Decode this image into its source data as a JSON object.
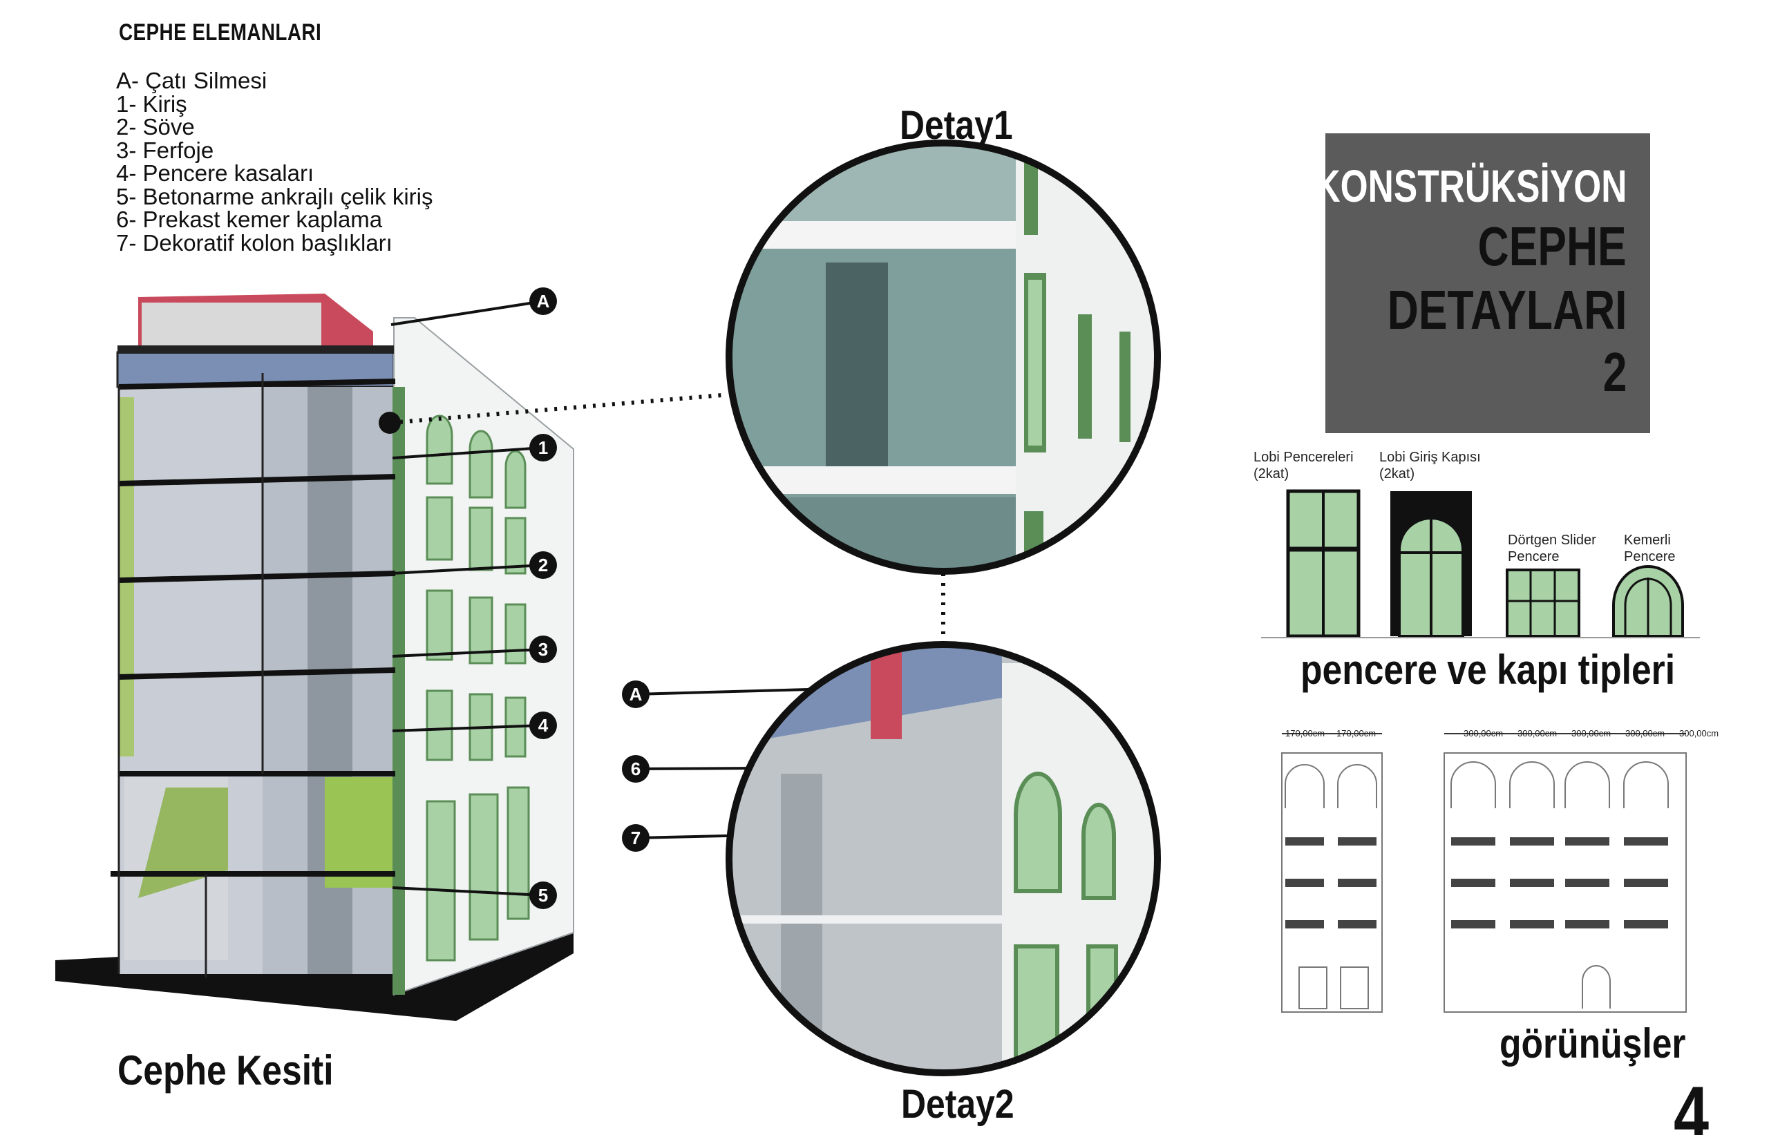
{
  "header": "CEPHE ELEMANLARI",
  "legend": [
    "A- Çatı Silmesi",
    "1-  Kiriş",
    "2-  Söve",
    "3-  Ferfoje",
    "4-  Pencere kasaları",
    "5-  Betonarme ankrajlı çelik kiriş",
    "6-  Prekast kemer kaplama",
    "7-  Dekoratif kolon başlıkları"
  ],
  "title_box": {
    "line1": "KONSTRÜKSİYON",
    "line2": "CEPHE",
    "line3": "DETAYLARI",
    "line4": "2"
  },
  "captions": {
    "section": "Cephe Kesiti",
    "detail1": "Detay1",
    "detail2": "Detay2",
    "window_types": "pencere ve kapı tipleri",
    "elevations": "görünüşler",
    "page_number": "4"
  },
  "markers": [
    "A",
    "1",
    "2",
    "3",
    "4",
    "5",
    "A",
    "6",
    "7"
  ],
  "window_types": [
    {
      "line1": "Lobi Pencereleri",
      "line2": "(2kat)"
    },
    {
      "line1": "Lobi Giriş Kapısı",
      "line2": "(2kat)"
    },
    {
      "line1": "Dörtgen Slider",
      "line2": "Pencere"
    },
    {
      "line1": "Kemerli",
      "line2": "Pencere"
    }
  ],
  "dimensions": {
    "left": [
      "170,00cm",
      "170,00cm"
    ],
    "right": [
      "300,00cm",
      "300,00cm",
      "300,00cm",
      "300,00cm",
      "300,00cm"
    ]
  },
  "colors": {
    "title_box": "#5b5b5b",
    "glass_green": "#a8d1a6",
    "frame_green": "#5b8e57",
    "slab": "#111111"
  }
}
